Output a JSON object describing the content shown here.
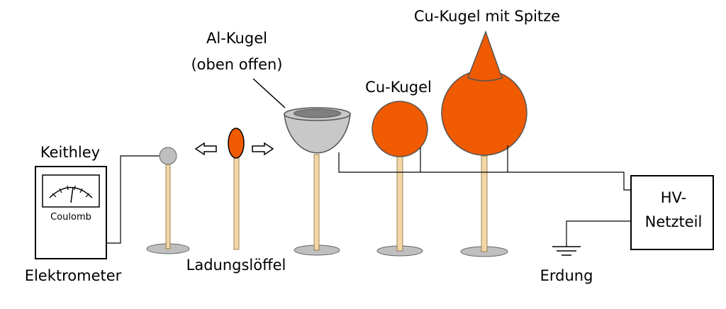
{
  "labels": {
    "keithley": "Keithley",
    "coulomb": "Coulomb",
    "elektrometer": "Elektrometer",
    "ladungsloeffel": "Ladungslöffel",
    "al_kugel_line1": "Al-Kugel",
    "al_kugel_line2": "(oben offen)",
    "cu_kugel": "Cu-Kugel",
    "cu_kugel_spitze": "Cu-Kugel mit Spitze",
    "hv_line1": "HV-",
    "hv_line2": "Netzteil",
    "erdung": "Erdung"
  },
  "colors": {
    "copper": "#f05a00",
    "aluminium": "#c8c8c8",
    "rod": "#f2d7a6",
    "base": "#bfbfbf",
    "outline": "#000000"
  },
  "icons": {
    "arrow_left": "hollow-arrow-left-icon",
    "arrow_right": "hollow-arrow-right-icon",
    "ground": "ground-symbol-icon"
  }
}
